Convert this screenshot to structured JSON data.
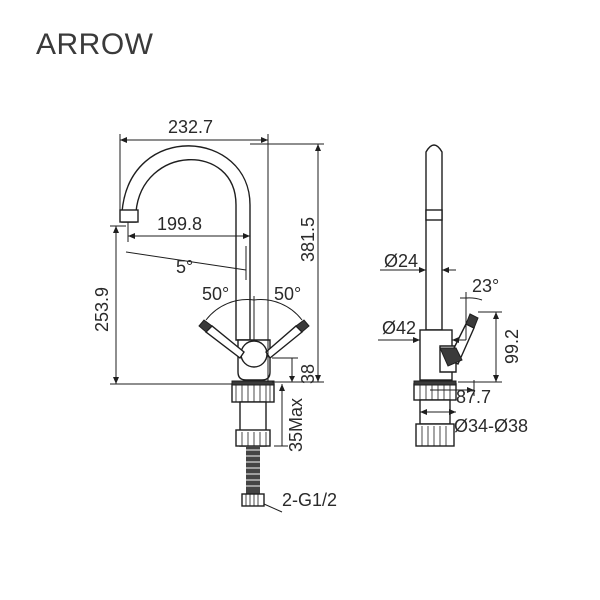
{
  "brand": "ARROW",
  "front_view": {
    "width_overall": "232.7",
    "reach": "199.8",
    "height_overall": "381.5",
    "spout_height": "253.9",
    "spout_angle": "5°",
    "handle_angle_left": "50°",
    "handle_angle_right": "50°",
    "base_height": "38",
    "deck_thickness": "35Max",
    "connection": "2-G1/2"
  },
  "side_view": {
    "spout_diameter": "Ø24",
    "body_diameter": "Ø42",
    "handle_angle": "23°",
    "handle_height": "99.2",
    "depth": "87.7",
    "hole_diameter": "Ø34-Ø38"
  }
}
